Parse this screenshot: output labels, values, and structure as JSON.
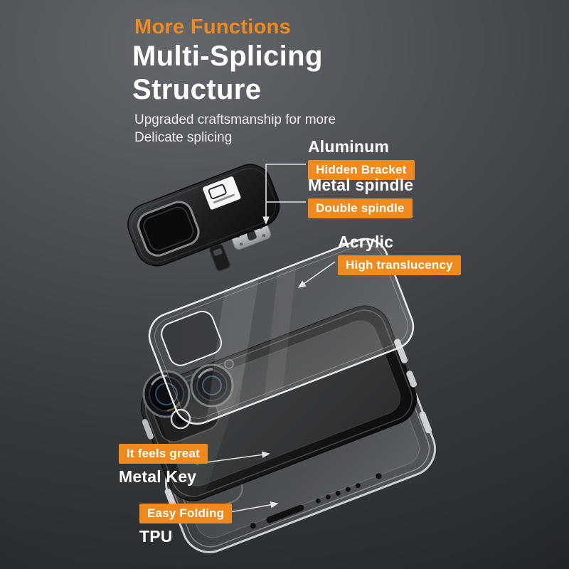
{
  "header": {
    "eyebrow": "More Functions",
    "title_line1": "Multi-Splicing",
    "title_line2": "Structure",
    "subtitle_line1": "Upgraded craftsmanship for more",
    "subtitle_line2": "Delicate splicing"
  },
  "callouts": {
    "aluminum": {
      "title": "Aluminum",
      "badge": "Hidden Bracket"
    },
    "spindle": {
      "title": "Metal spindle",
      "badge": "Double spindle"
    },
    "acrylic": {
      "title": "Acrylic",
      "badge": "High translucency"
    },
    "metal_key": {
      "badge": "It feels great",
      "title": "Metal Key"
    },
    "tpu": {
      "badge": "Easy Folding",
      "title": "TPU"
    }
  },
  "colors": {
    "accent": "#F08A1C",
    "background_light": "#64686C",
    "background_dark": "#232629",
    "text": "#FFFFFF",
    "line": "#E3E3E3"
  }
}
